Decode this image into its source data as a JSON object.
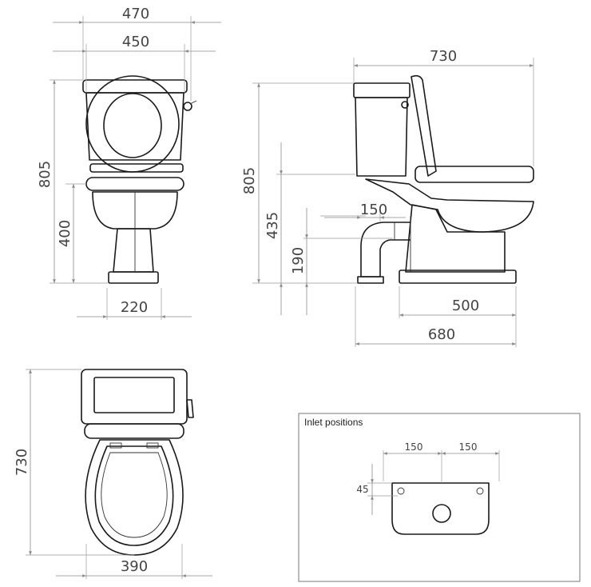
{
  "front_view": {
    "overall_width": "470",
    "seat_width": "450",
    "overall_height": "805",
    "seat_height": "400",
    "pedestal_width": "220"
  },
  "side_view": {
    "overall_depth": "730",
    "overall_height": "805",
    "inlet_height": "435",
    "outlet_offset": "150",
    "outlet_height": "190",
    "base_depth": "500",
    "floor_depth": "680"
  },
  "top_view": {
    "overall_depth": "730",
    "bowl_width": "390"
  },
  "inlet_positions": {
    "title": "Inlet positions",
    "left_spacing": "150",
    "right_spacing": "150",
    "height": "45"
  }
}
